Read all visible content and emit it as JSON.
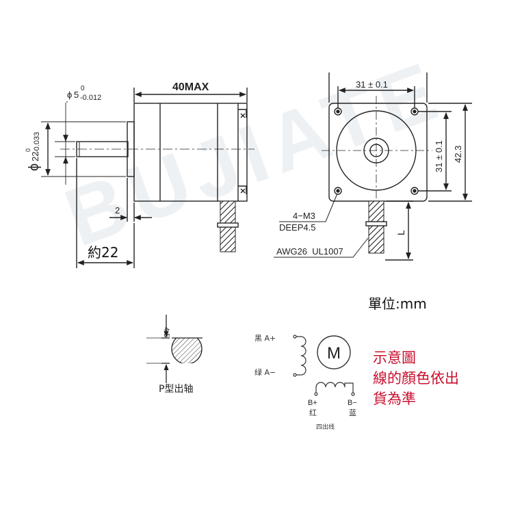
{
  "watermark": "BUJIATE",
  "side_view": {
    "shaft_dia_main": "5",
    "shaft_dia_prefix": "ϕ",
    "shaft_tol_upper": "0",
    "shaft_tol_lower": "-0.012",
    "boss_dia_symbol": "ϕ",
    "boss_dia_main": "22",
    "boss_tol_upper": "0",
    "boss_tol_lower": "-0.033",
    "body_length": "40MAX",
    "boss_height": "2",
    "shaft_length": "約22"
  },
  "front_view": {
    "hole_spacing_h": "31 ± 0.1",
    "hole_spacing_v": "31 ± 0.1",
    "flange_size": "42.3",
    "cable_length": "L",
    "hole_spec_line1": "4−M3",
    "hole_spec_line2": "DEEP4.5",
    "wire_spec": "AWG26  UL1007"
  },
  "unit_label": "單位:mm",
  "shaft_profile": {
    "flat_depth": "4.5",
    "caption": "P型出轴"
  },
  "wiring": {
    "motor_symbol": "M",
    "a_plus": "黑 A+",
    "a_minus": "绿 A−",
    "b_plus": "B+",
    "b_plus_color": "红",
    "b_minus": "B−",
    "b_minus_color": "蓝",
    "caption": "四出线"
  },
  "note": {
    "line1": "示意圖",
    "line2": "線的顏色依出",
    "line3": "貨為準"
  },
  "colors": {
    "line": "#222222",
    "note_red": "#c8102e",
    "watermark": "#eef1f4"
  }
}
